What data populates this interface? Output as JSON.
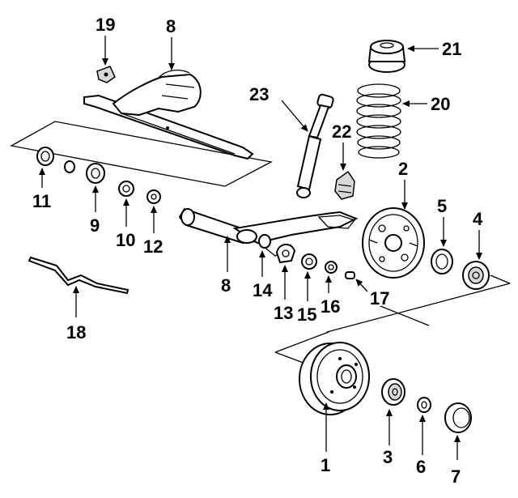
{
  "diagram": {
    "callouts": [
      {
        "id": "c1",
        "label": "1"
      },
      {
        "id": "c2",
        "label": "2"
      },
      {
        "id": "c3",
        "label": "3"
      },
      {
        "id": "c4",
        "label": "4"
      },
      {
        "id": "c5",
        "label": "5"
      },
      {
        "id": "c6",
        "label": "6"
      },
      {
        "id": "c7",
        "label": "7"
      },
      {
        "id": "c8a",
        "label": "8"
      },
      {
        "id": "c8b",
        "label": "8"
      },
      {
        "id": "c9",
        "label": "9"
      },
      {
        "id": "c10",
        "label": "10"
      },
      {
        "id": "c11",
        "label": "11"
      },
      {
        "id": "c12",
        "label": "12"
      },
      {
        "id": "c13",
        "label": "13"
      },
      {
        "id": "c14",
        "label": "14"
      },
      {
        "id": "c15",
        "label": "15"
      },
      {
        "id": "c16",
        "label": "16"
      },
      {
        "id": "c17",
        "label": "17"
      },
      {
        "id": "c18",
        "label": "18"
      },
      {
        "id": "c19",
        "label": "19"
      },
      {
        "id": "c20",
        "label": "20"
      },
      {
        "id": "c21",
        "label": "21"
      },
      {
        "id": "c22",
        "label": "22"
      },
      {
        "id": "c23",
        "label": "23"
      }
    ]
  }
}
